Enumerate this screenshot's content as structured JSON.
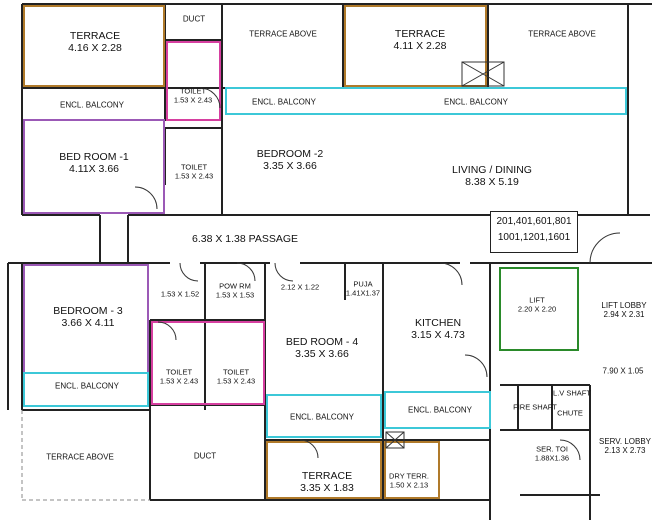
{
  "rooms": {
    "terrace_left": {
      "name": "TERRACE",
      "dim": "4.16 X 2.28"
    },
    "duct_top": {
      "name": "DUCT"
    },
    "terrace_above_top_left": {
      "name": "TERRACE ABOVE"
    },
    "terrace_top_right": {
      "name": "TERRACE",
      "dim": "4.11 X 2.28"
    },
    "terrace_above_top_right": {
      "name": "TERRACE ABOVE"
    },
    "encl_balcony_top_left": {
      "name": "ENCL. BALCONY"
    },
    "toilet_top_a": {
      "name": "TOILET",
      "dim": "1.53 X 2.43"
    },
    "encl_balcony_top_mid": {
      "name": "ENCL. BALCONY"
    },
    "encl_balcony_top_right": {
      "name": "ENCL. BALCONY"
    },
    "bedroom_1": {
      "name": "BED ROOM -1",
      "dim": "4.11X 3.66"
    },
    "toilet_top_b": {
      "name": "TOILET",
      "dim": "1.53 X 2.43"
    },
    "bedroom_2": {
      "name": "BEDROOM -2",
      "dim": "3.35 X 3.66"
    },
    "living_dining": {
      "name": "LIVING / DINING",
      "dim": "8.38 X 5.19"
    },
    "passage": {
      "name": "6.38 X 1.38 PASSAGE"
    },
    "bedroom_3": {
      "name": "BEDROOM - 3",
      "dim": "3.66 X 4.11"
    },
    "space_153": {
      "dim": "1.53 X 1.52"
    },
    "pow_rm": {
      "name": "POW RM",
      "dim": "1.53 X 1.53"
    },
    "space_212": {
      "dim": "2.12 X 1.22"
    },
    "puja": {
      "name": "PUJA",
      "dim": "1.41X1.37"
    },
    "kitchen": {
      "name": "KITCHEN",
      "dim": "3.15 X 4.73"
    },
    "lift": {
      "name": "LIFT",
      "dim": "2.20 X 2.20"
    },
    "lift_lobby": {
      "name": "LIFT LOBBY",
      "dim": "2.94 X 2.31"
    },
    "bedroom_4": {
      "name": "BED ROOM - 4",
      "dim": "3.35 X 3.66"
    },
    "toilet_low_a": {
      "name": "TOILET",
      "dim": "1.53 X 2.43"
    },
    "toilet_low_b": {
      "name": "TOILET",
      "dim": "1.53 X 2.43"
    },
    "corridor": {
      "dim": "7.90 X 1.05"
    },
    "encl_balcony_b3": {
      "name": "ENCL. BALCONY"
    },
    "encl_balcony_b4": {
      "name": "ENCL. BALCONY"
    },
    "encl_balcony_kitchen": {
      "name": "ENCL. BALCONY"
    },
    "fire_shaft": {
      "name": "FIRE SHAFT"
    },
    "lv_shaft": {
      "name": "L.V SHAFT"
    },
    "chute": {
      "name": "CHUTE"
    },
    "ser_toilet": {
      "name": "SER. TOI",
      "dim": "1.88X1.36"
    },
    "serv_lobby": {
      "name": "SERV. LOBBY",
      "dim": "2.13 X 2.73"
    },
    "terrace_above_bottom": {
      "name": "TERRACE ABOVE"
    },
    "duct_bottom": {
      "name": "DUCT"
    },
    "terrace_bottom": {
      "name": "TERRACE",
      "dim": "3.35 X 1.83"
    },
    "dry_terrace": {
      "name": "DRY TERR.",
      "dim": "1.50 X 2.13"
    }
  },
  "unit_numbers": {
    "line1": "201,401,601,801",
    "line2": "1001,1201,1601"
  },
  "colors": {
    "wall": "#222222",
    "balcony_outline": "#3cc8d8",
    "bedroom_outline": "#9b59b6",
    "toilet_outline": "#d63fa0",
    "terrace_outline": "#b07a2a",
    "lift_outline": "#2a8a2a"
  }
}
